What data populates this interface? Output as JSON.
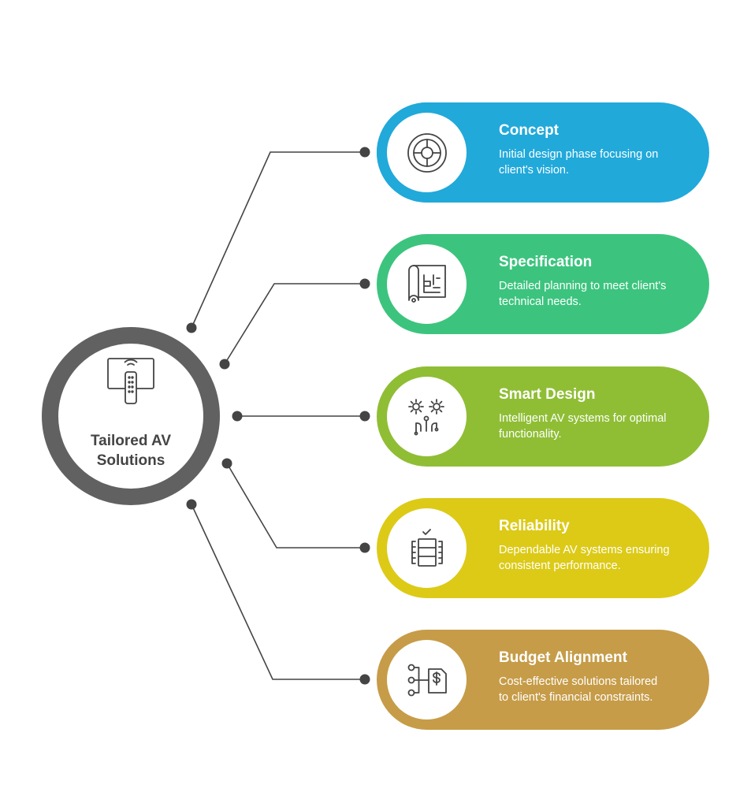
{
  "hub": {
    "label": "Tailored AV Solutions",
    "icon": "remote-control-screen-icon",
    "color": "#616161"
  },
  "items": [
    {
      "title": "Concept",
      "description": "Initial design phase focusing on client's vision.",
      "icon": "target-compass-icon",
      "color": "#21a9da"
    },
    {
      "title": "Specification",
      "description": "Detailed planning to meet client's technical needs.",
      "icon": "blueprint-icon",
      "color": "#3cc47e"
    },
    {
      "title": "Smart Design",
      "description": "Intelligent AV systems for optimal functionality.",
      "icon": "gears-circuit-icon",
      "color": "#8fbe35"
    },
    {
      "title": "Reliability",
      "description": "Dependable AV systems ensuring consistent performance.",
      "icon": "server-check-icon",
      "color": "#dcca17"
    },
    {
      "title": "Budget Alignment",
      "description": "Cost-effective solutions tailored to client's financial constraints.",
      "icon": "budget-flow-icon",
      "color": "#c69c48"
    }
  ],
  "connector_color": "#444444"
}
